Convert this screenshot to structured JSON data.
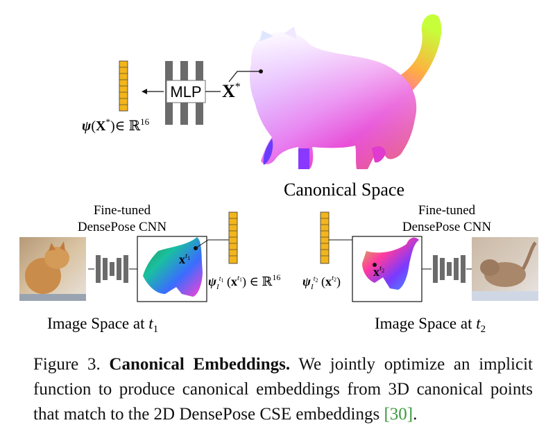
{
  "canonical": {
    "title": "Canonical Space",
    "point_label": "X*",
    "mlp_label": "MLP",
    "embedding_label": "ψ(X*)∈ ℝ16"
  },
  "left_view": {
    "network_label_line1": "Fine-tuned",
    "network_label_line2": "DensePose CNN",
    "point_label": "xt1",
    "embedding_label": "ψIt1 (xt1) ∈ ℝ16",
    "caption": "Image Space at t1"
  },
  "right_view": {
    "network_label_line1": "Fine-tuned",
    "network_label_line2": "DensePose CNN",
    "point_label": "xt2",
    "embedding_label": "ψIt2 (xt2)",
    "caption": "Image Space at t2"
  },
  "figure_caption": {
    "prefix": "Figure 3.",
    "title": "Canonical Embeddings.",
    "body": "We jointly optimize an implicit function to produce canonical embeddings from 3D canonical points that match to the 2D DensePose CSE embeddings",
    "ref": "[30]",
    "end": "."
  },
  "colors": {
    "embedding_fill": "#f2b51c",
    "network_gray": "#6b6b6b",
    "citation": "#3a9a3a"
  }
}
